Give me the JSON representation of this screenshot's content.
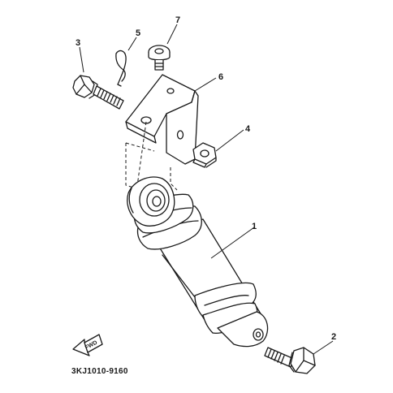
{
  "diagram": {
    "part_code": "3KJ1010-9160",
    "front_marker": "FWD",
    "callouts": [
      {
        "id": "1",
        "part": "shock-absorber"
      },
      {
        "id": "2",
        "part": "lower-bolt"
      },
      {
        "id": "3",
        "part": "upper-bolt"
      },
      {
        "id": "4",
        "part": "nut"
      },
      {
        "id": "5",
        "part": "clip"
      },
      {
        "id": "6",
        "part": "bracket"
      },
      {
        "id": "7",
        "part": "bracket-bolt"
      }
    ]
  }
}
